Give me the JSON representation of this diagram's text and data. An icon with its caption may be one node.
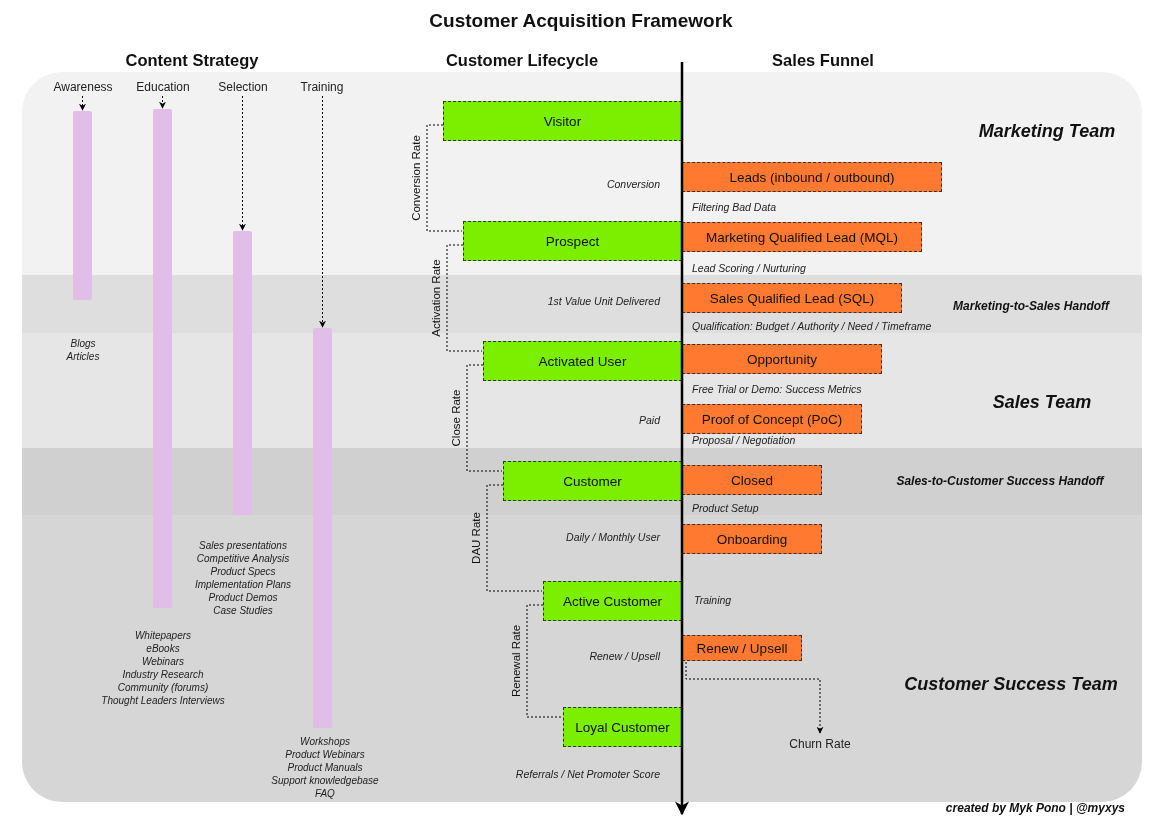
{
  "diagram": {
    "title": "Customer Acquisition Framework",
    "nodes": [
      {
        "text": [
          "Marketing Team"
        ]
      },
      {
        "text": [
          "Marketing-to-Sales Handoff"
        ]
      },
      {
        "text": [
          "Sales Team"
        ]
      },
      {
        "text": [
          "Sales-to-Customer Success Handoff"
        ]
      },
      {
        "text": [
          "Customer Success Team"
        ]
      },
      {
        "text": [
          "Awareness"
        ],
        "in": 0
      },
      {
        "text": [
          "Education"
        ],
        "in": 0
      },
      {
        "text": [
          "Selection"
        ],
        "in": 0
      },
      {
        "text": [
          "Training"
        ],
        "in": 0
      },
      {
        "text": [],
        "shape": "bar",
        "beside": [
          "Blogs",
          "Articles"
        ]
      },
      {
        "text": [],
        "shape": "bar",
        "beside": [
          "Whitepapers",
          "eBooks",
          "Webinars",
          "Industry Research",
          "Community (forums)",
          "Thought Leaders Interviews"
        ]
      },
      {
        "text": [],
        "shape": "bar",
        "beside": [
          "Sales presentations",
          "Competitive Analysis",
          "Product Specs",
          "Implementation Plans",
          "Product Demos",
          "Case Studies"
        ]
      },
      {
        "text": [],
        "shape": "bar",
        "beside": [
          "Workshops",
          "Product Webinars",
          "Product Manuals",
          "Support knowledgebase",
          "FAQ"
        ]
      },
      {
        "text": [
          "Visitor"
        ],
        "in": 0
      },
      {
        "text": [
          "Prospect"
        ],
        "in": 0
      },
      {
        "text": [
          "Activated User"
        ],
        "in": 2
      },
      {
        "text": [
          "Customer"
        ],
        "in": 3
      },
      {
        "text": [
          "Active Customer"
        ],
        "in": 4
      },
      {
        "text": [
          "Loyal Customer"
        ],
        "in": 4
      },
      {
        "text": [
          "Leads (inbound / outbound)"
        ],
        "in": 0
      },
      {
        "text": [
          "Marketing Qualified Lead (MQL)"
        ],
        "in": 0
      },
      {
        "text": [
          "Sales Qualified Lead (SQL)"
        ],
        "in": 1
      },
      {
        "text": [
          "Opportunity"
        ],
        "in": 2
      },
      {
        "text": [
          "Proof of Concept (PoC)"
        ],
        "in": 2
      },
      {
        "text": [
          "Closed"
        ],
        "in": 3
      },
      {
        "text": [
          "Onboarding"
        ],
        "in": 4
      },
      {
        "text": [
          "Renew / Upsell"
        ],
        "in": 4
      },
      {
        "text": [
          "Churn Rate"
        ],
        "in": 4
      }
    ],
    "edges": [
      {
        "from": 5,
        "to": 9,
        "arrow": "to",
        "style": "dashed"
      },
      {
        "from": 6,
        "to": 10,
        "arrow": "to",
        "style": "dashed"
      },
      {
        "from": 7,
        "to": 11,
        "arrow": "to",
        "style": "dashed"
      },
      {
        "from": 8,
        "to": 12,
        "arrow": "to",
        "style": "dashed"
      },
      {
        "from": 13,
        "to": 14,
        "arrow": "none",
        "style": "dashed",
        "label": "Conversion Rate"
      },
      {
        "from": 14,
        "to": 15,
        "arrow": "none",
        "style": "dashed",
        "label": "Activation Rate"
      },
      {
        "from": 15,
        "to": 16,
        "arrow": "none",
        "style": "dashed",
        "label": "Close Rate"
      },
      {
        "from": 16,
        "to": 17,
        "arrow": "none",
        "style": "dashed",
        "label": "DAU Rate"
      },
      {
        "from": 17,
        "to": 18,
        "arrow": "none",
        "style": "dashed",
        "label": "Renewal Rate"
      },
      {
        "from": 26,
        "to": 27,
        "arrow": "to",
        "style": "dashed"
      }
    ],
    "labels": [
      "Content Strategy",
      "Customer Lifecycle",
      "Sales Funnel",
      "Conversion",
      "Filtering Bad Data",
      "Lead Scoring / Nurturing",
      "1st Value Unit Delivered",
      "Qualification: Budget / Authority / Need / Timeframe",
      "Free Trial or Demo: Success Metrics",
      "Paid",
      "Proposal / Negotiation",
      "Product Setup",
      "Daily / Monthly User",
      "Training",
      "Renew / Upsell",
      "Referrals / Net Promoter Score",
      "created by Myk Pono | @myxys"
    ]
  }
}
